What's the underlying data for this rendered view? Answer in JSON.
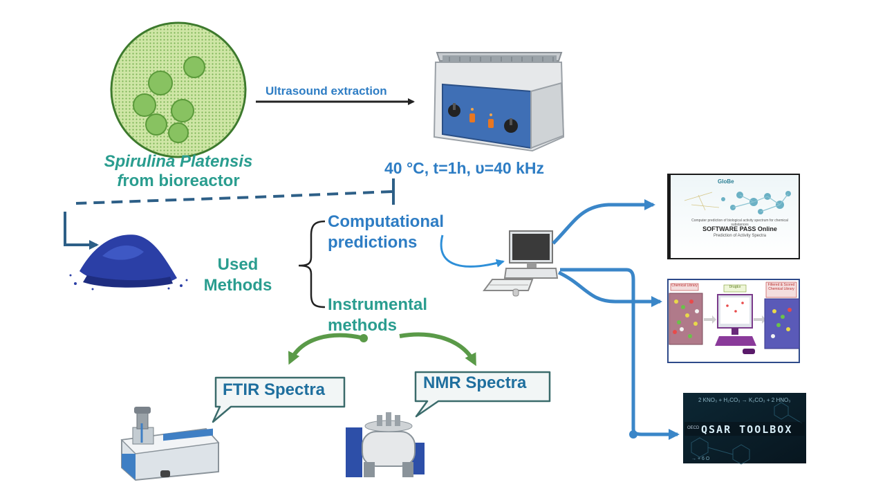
{
  "source": {
    "name_line1": "Spirulina Platensis",
    "name_line2_prefix": "f",
    "name_line2_rest": "rom bioreactor"
  },
  "extraction": {
    "label": "Ultrasound extraction",
    "conditions": "40 °C, t=1h, υ=40 kHz"
  },
  "methods": {
    "used_line1": "Used",
    "used_line2": "Methods",
    "computational_line1": "Computational",
    "computational_line2": "predictions",
    "instrumental_line1": "Instrumental",
    "instrumental_line2": "methods"
  },
  "spectra": {
    "ftir": "FTIR Spectra",
    "nmr": "NMR Spectra"
  },
  "tools": {
    "pass_logo": "GloBe",
    "pass_title": "SOFTWARE PASS Online",
    "pass_subtitle": "Prediction of Activity Spectra",
    "pass_headline": "Computer prediction of biological activity spectrum for chemical substances",
    "panel_left": "Chemical Library",
    "panel_mid": "DrugEx",
    "panel_right": "Filtered & Scored Chemical Library",
    "qsar_prefix": "OECD",
    "qsar_title": "QSAR TOOLBOX",
    "qsar_formula": "2 KNO₃ + H₂CO₃ → K₂CO₃ + 2 HNO₃",
    "qsar_small": "→ + 6 O"
  },
  "colors": {
    "teal": "#2a9d8f",
    "blue": "#2e7dc4",
    "arrow_green": "#5a9a48",
    "arrow_blue": "#3a86c8",
    "dark_line": "#2d5f87"
  }
}
